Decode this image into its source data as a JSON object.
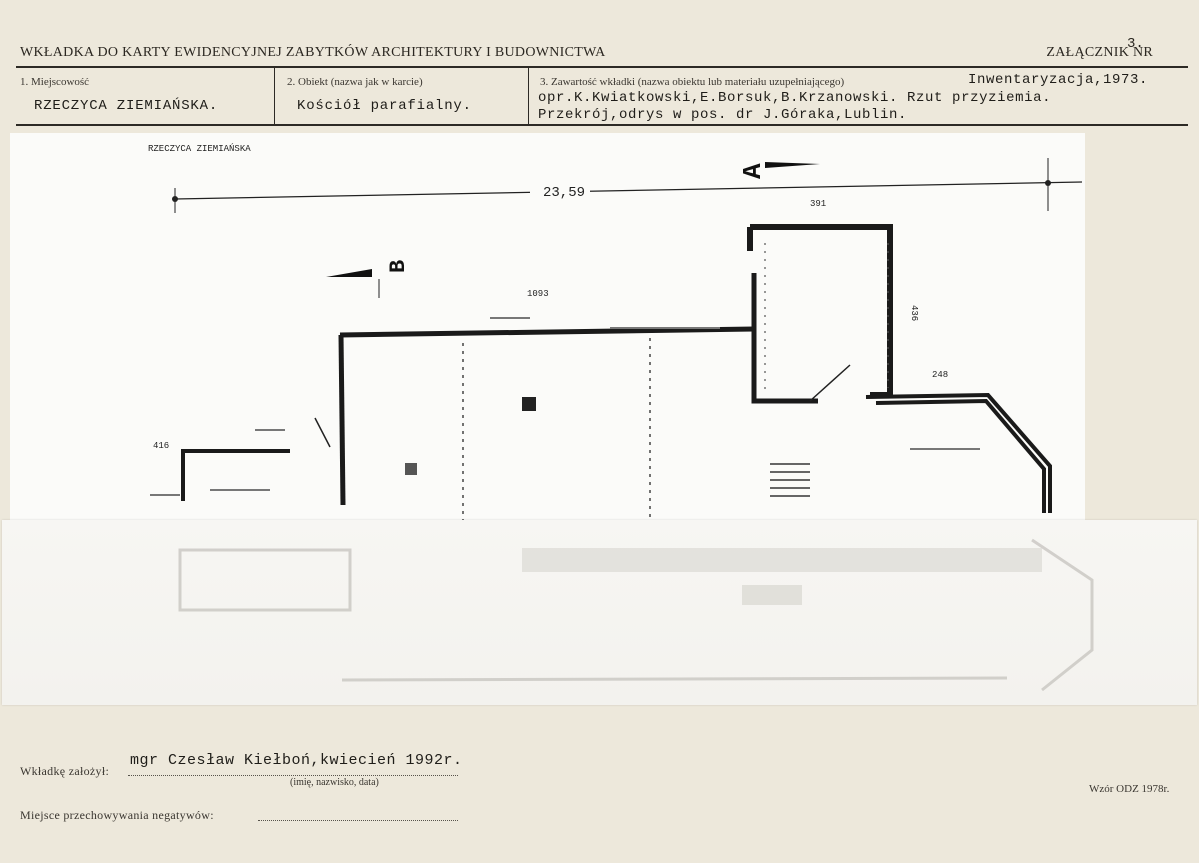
{
  "header": {
    "title": "WKŁADKA DO KARTY EWIDENCYJNEJ ZABYTKÓW ARCHITEKTURY I BUDOWNICTWA",
    "annex_label": "ZAŁĄCZNIK NR",
    "annex_number": "3."
  },
  "fields": {
    "locality_label": "1. Miejscowość",
    "locality_value": "RZECZYCA ZIEMIAŃSKA.",
    "object_label": "2. Obiekt (nazwa jak w karcie)",
    "object_value": "Kościół parafialny.",
    "content_label": "3. Zawartość wkładki (nazwa obiektu lub materiału uzupełniającego)",
    "content_line1": "Inwentaryzacja,1973.",
    "content_line2": "opr.K.Kwiatkowski,E.Borsuk,B.Krzanowski. Rzut przyziemia.",
    "content_line3": "Przekrój,odrys w pos. dr J.Góraka,Lublin."
  },
  "drawing": {
    "handwritten_title": "RZECZYCA ZIEMIAŃSKA",
    "overall_dimension": "23,59",
    "dim_tower_width": "391",
    "dim_nave_length": "1093",
    "dim_tower_side": "436",
    "dim_wall_right": "248",
    "dim_small_left": "416",
    "section_a": "A",
    "section_b": "B"
  },
  "footer": {
    "created_by_label": "Wkładkę założył:",
    "created_by_value": "mgr Czesław Kiełboń,kwiecień 1992r.",
    "created_by_caption": "(imię, nazwisko, data)",
    "storage_label": "Miejsce przechowywania negatywów:",
    "form_code": "Wzór ODZ 1978r."
  }
}
